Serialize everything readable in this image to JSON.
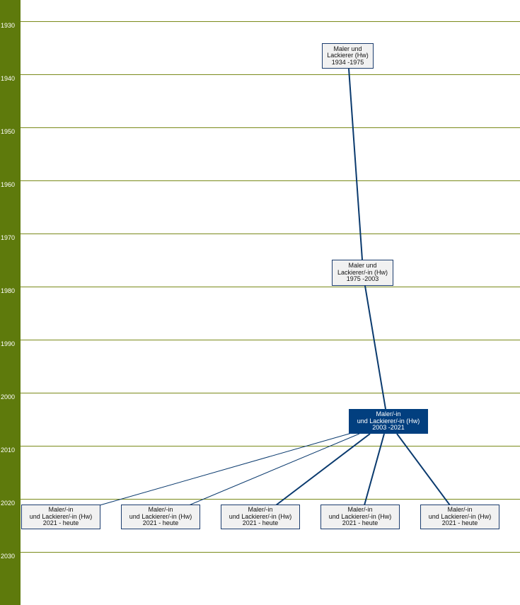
{
  "timeline": {
    "years": [
      "1930",
      "1940",
      "1950",
      "1960",
      "1970",
      "1980",
      "1990",
      "2000",
      "2010",
      "2020",
      "2030"
    ]
  },
  "colors": {
    "sidebar": "#5e7a0c",
    "gridline": "#7a8a1a",
    "connector": "#0a3a6e",
    "node_bg": "#f1f1f1",
    "node_border": "#1c3d6e",
    "highlight_bg": "#023f7f"
  },
  "nodes": [
    {
      "line1": "Maler und",
      "line2": "Lackierer (Hw)",
      "period": "1934 -1975",
      "highlighted": false
    },
    {
      "line1": "Maler und",
      "line2": "Lackierer/-in (Hw)",
      "period": "1975 -2003",
      "highlighted": false
    },
    {
      "line1": "Maler/-in",
      "line2": "und Lackierer/-in (Hw)",
      "period": "2003 -2021",
      "highlighted": true
    },
    {
      "line1": "Maler/-in",
      "line2": "und Lackierer/-in (Hw)",
      "period": "2021 - heute",
      "highlighted": false
    },
    {
      "line1": "Maler/-in",
      "line2": "und Lackierer/-in (Hw)",
      "period": "2021 - heute",
      "highlighted": false
    },
    {
      "line1": "Maler/-in",
      "line2": "und Lackierer/-in (Hw)",
      "period": "2021 - heute",
      "highlighted": false
    },
    {
      "line1": "Maler/-in",
      "line2": "und Lackierer/-in (Hw)",
      "period": "2021 - heute",
      "highlighted": false
    },
    {
      "line1": "Maler/-in",
      "line2": "und Lackierer/-in (Hw)",
      "period": "2021 - heute",
      "highlighted": false
    }
  ]
}
